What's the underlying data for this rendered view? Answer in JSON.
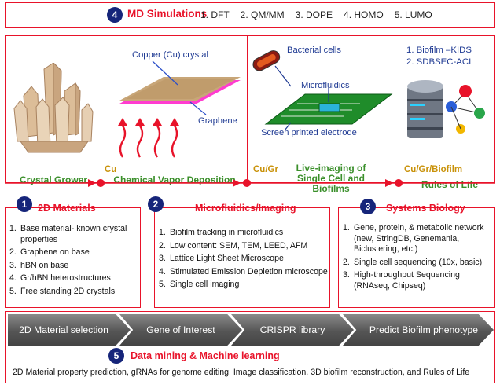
{
  "md": {
    "number": "4",
    "title": "MD Simulations",
    "items": [
      "1. DFT",
      "2. QM/MM",
      "3. DOPE",
      "4. HOMO",
      "5. LUMO"
    ]
  },
  "stages": {
    "crystal_grower": "Crystal Grower",
    "cvd": "Chemical Vapor Deposition",
    "live_imaging": "Live-imaging of Single Cell and Biofilms",
    "rules_of_life": "Rules of Life"
  },
  "connectors": {
    "cu": "Cu",
    "cu_gr": "Cu/Gr",
    "cu_gr_biofilm": "Cu/Gr/Biofilm"
  },
  "cvd_labels": {
    "copper": "Copper (Cu) crystal",
    "graphene": "Graphene"
  },
  "imaging_labels": {
    "bacterial_cells": "Bacterial cells",
    "microfluidics": "Microfluidics",
    "electrode": "Screen printed electrode"
  },
  "rules_labels": {
    "item1": "1.  Biofilm –KIDS",
    "item2": "2.  SDBSEC-ACI"
  },
  "boxes": [
    {
      "number": "1",
      "title": "2D Materials",
      "items": [
        "Base material- known crystal properties",
        "Graphene on base",
        "hBN on base",
        "Gr/hBN heterostructures",
        "Free standing 2D crystals"
      ]
    },
    {
      "number": "2",
      "title": "Microfluidics/Imaging",
      "items": [
        "Biofilm tracking in microfluidics",
        "Low content: SEM, TEM, LEED, AFM",
        "Lattice Light Sheet Microscope",
        "Stimulated Emission Depletion microscope",
        "Single cell imaging"
      ]
    },
    {
      "number": "3",
      "title": "Systems Biology",
      "items": [
        "Gene, protein, & metabolic network (new, StringDB, Genemania, Biclustering, etc.)",
        "Single cell sequencing (10x, basic)",
        "High-throughput Sequencing (RNAseq, Chipseq)"
      ]
    }
  ],
  "pipeline": [
    "2D Material selection",
    "Gene of Interest",
    "CRISPR library",
    "Predict Biofilm phenotype"
  ],
  "ml": {
    "number": "5",
    "title": "Data mining & Machine learning",
    "text": "2D Material property prediction, gRNAs for genome editing, Image classification, 3D biofilm reconstruction, and Rules of Life"
  },
  "colors": {
    "frame_red": "#e8132a",
    "stage_green": "#3a8f2a",
    "connector_gold": "#c9920a",
    "badge_navy": "#16257a"
  }
}
